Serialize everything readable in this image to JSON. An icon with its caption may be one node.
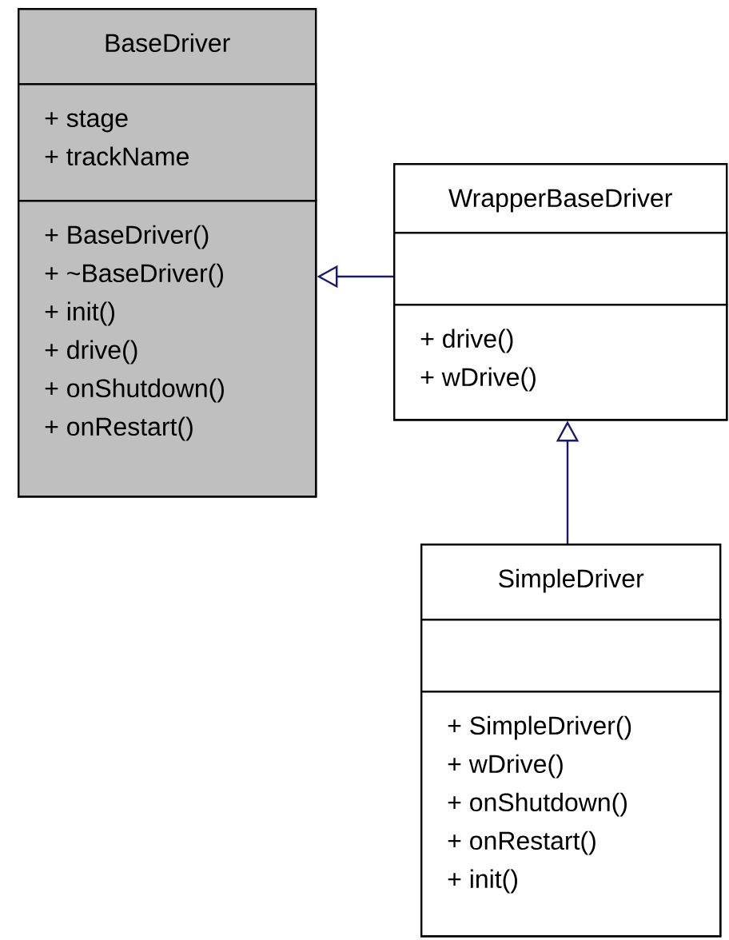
{
  "diagram": {
    "nodes": [
      {
        "text": [
          "BaseDriver"
        ]
      },
      {
        "text": [
          "+ stage",
          "+ trackName"
        ],
        "in": 0
      },
      {
        "text": [
          "+ BaseDriver()",
          "+ ~BaseDriver()",
          "+ init()",
          "+ drive()",
          "+ onShutdown()",
          "+ onRestart()"
        ],
        "in": 0
      },
      {
        "text": [
          "WrapperBaseDriver"
        ]
      },
      {
        "text": [],
        "shape": "box",
        "in": 3
      },
      {
        "text": [
          "+ drive()",
          "+ wDrive()"
        ],
        "in": 3
      },
      {
        "text": [
          "SimpleDriver"
        ]
      },
      {
        "text": [],
        "shape": "box",
        "in": 6
      },
      {
        "text": [
          "+ SimpleDriver()",
          "+ wDrive()",
          "+ onShutdown()",
          "+ onRestart()",
          "+ init()"
        ],
        "in": 6
      }
    ],
    "edges": [
      {
        "from": 3,
        "to": 0,
        "arrow": "to"
      },
      {
        "from": 6,
        "to": 3,
        "arrow": "to"
      }
    ]
  }
}
